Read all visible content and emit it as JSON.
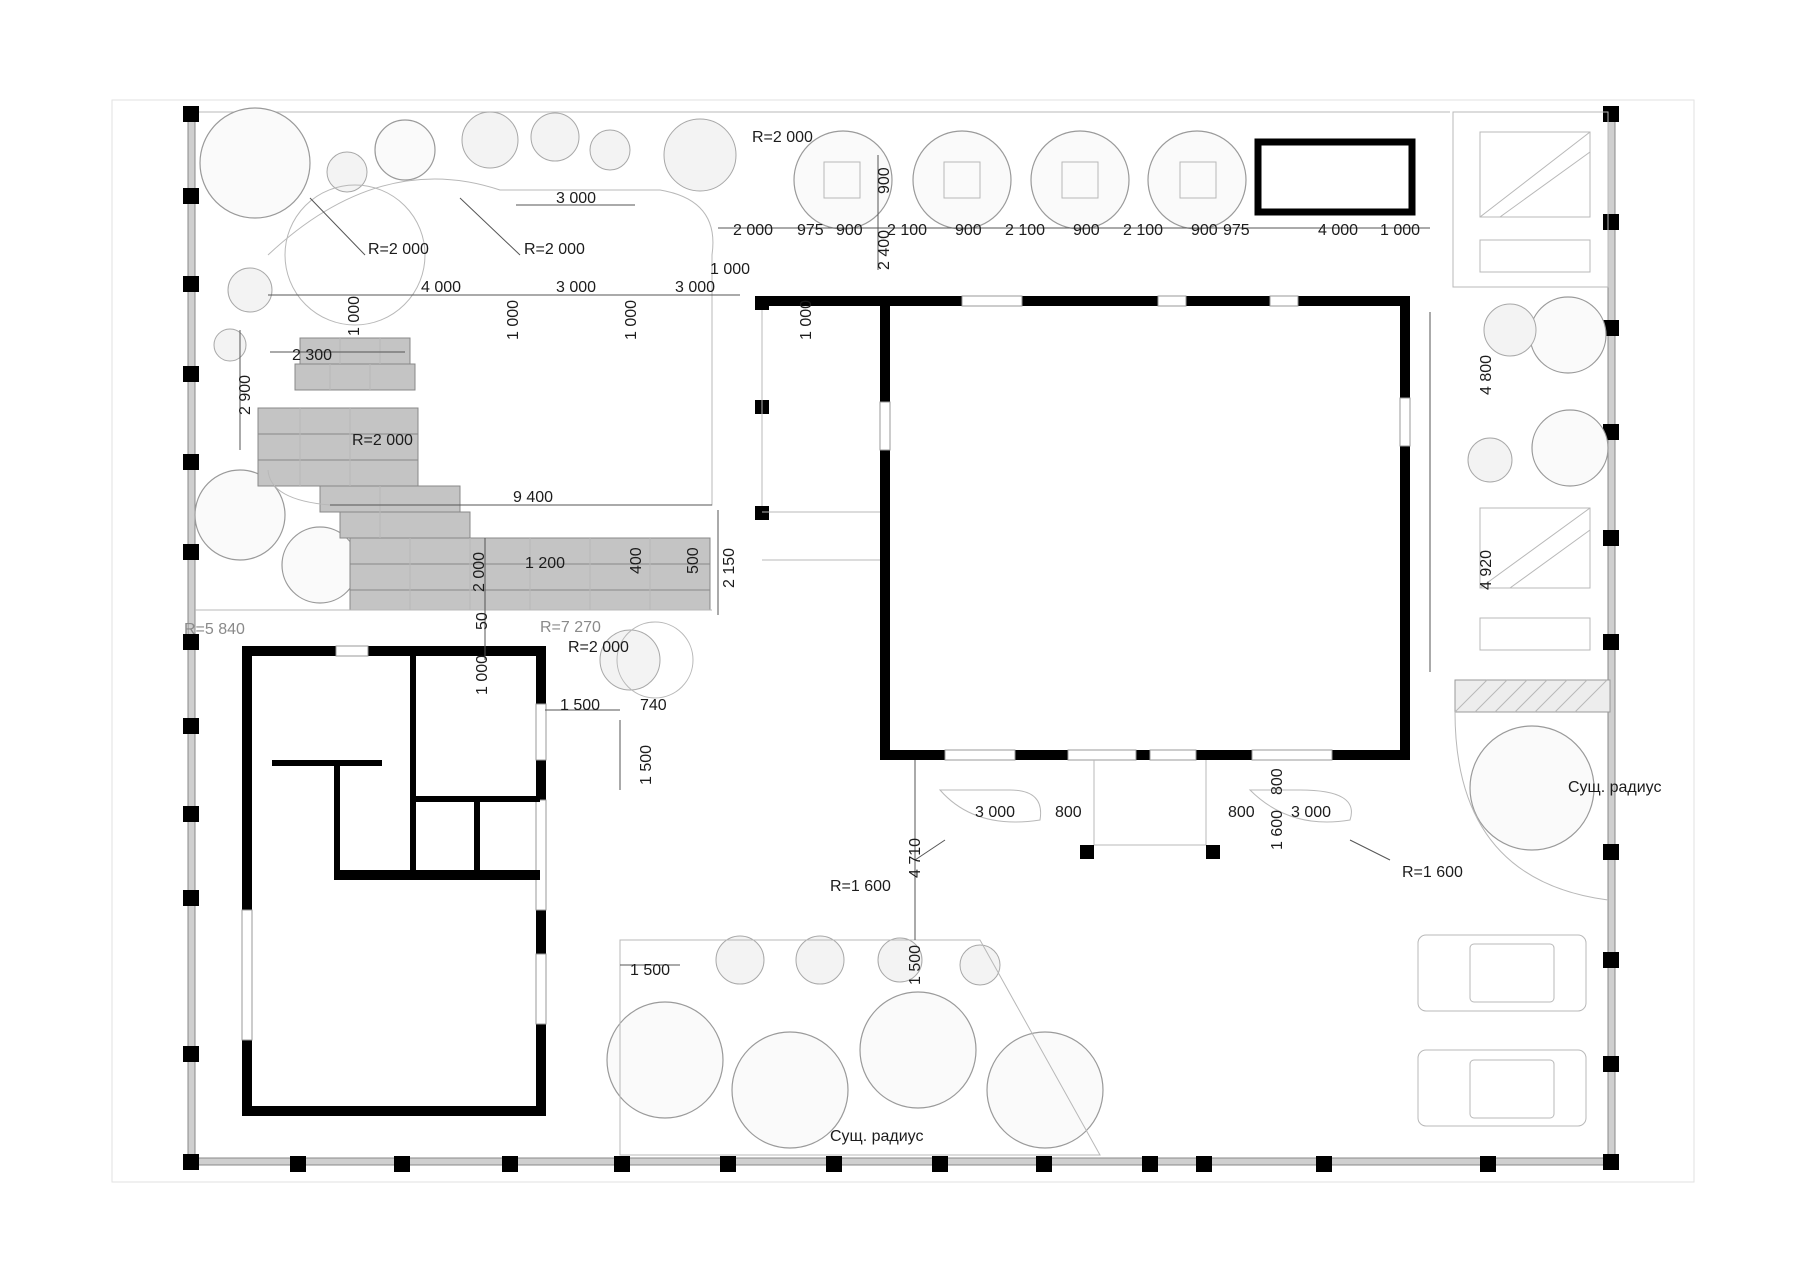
{
  "labels": {
    "r2000_top": "R=2 000",
    "r2000_left": "R=2 000",
    "r2000_mid": "R=2 000",
    "r2000_paving": "R=2 000",
    "r2000_lower": "R=2 000",
    "r5840": "R=5 840",
    "r7270": "R=7 270",
    "r1600_left": "R=1 600",
    "r1600_right": "R=1 600",
    "d3000_top": "3 000",
    "d4000_row": "4 000",
    "d3000_row": "3 000",
    "d3000_row2": "3 000",
    "d1000_a": "1 000",
    "d1000_b": "1 000",
    "d1000_c": "1 000",
    "d1000_d": "1 000",
    "d1000_e": "1 000",
    "d2000_right": "2 000",
    "d975_a": "975",
    "d900_a": "900",
    "d2100_a": "2 100",
    "d900_b": "900",
    "d2100_b": "2 100",
    "d900_c": "900",
    "d2100_c": "2 100",
    "d900_d": "900",
    "d975_b": "975",
    "d900_v": "900",
    "d2400_v": "2 400",
    "d4000_shed": "4 000",
    "d1000_shed": "1 000",
    "d2300": "2 300",
    "d2900": "2 900",
    "d9400": "9 400",
    "d1200": "1 200",
    "d2000_v": "2 000",
    "d400": "400",
    "d500": "500",
    "d2150": "2 150",
    "d50": "50",
    "d1000_f": "1 000",
    "d1500_a": "1 500",
    "d740": "740",
    "d1500_b": "1 500",
    "d1500_c": "1 500",
    "d1500_d": "1 500",
    "d4710": "4 710",
    "d3000_bl": "3 000",
    "d800_a": "800",
    "d800_b": "800",
    "d800_v": "800",
    "d1600_v": "1 600",
    "d3000_br": "3 000",
    "d4800": "4 800",
    "d4920": "4 920",
    "sush_right": "Сущ. радиус",
    "sush_bottom": "Сущ. радиус"
  }
}
